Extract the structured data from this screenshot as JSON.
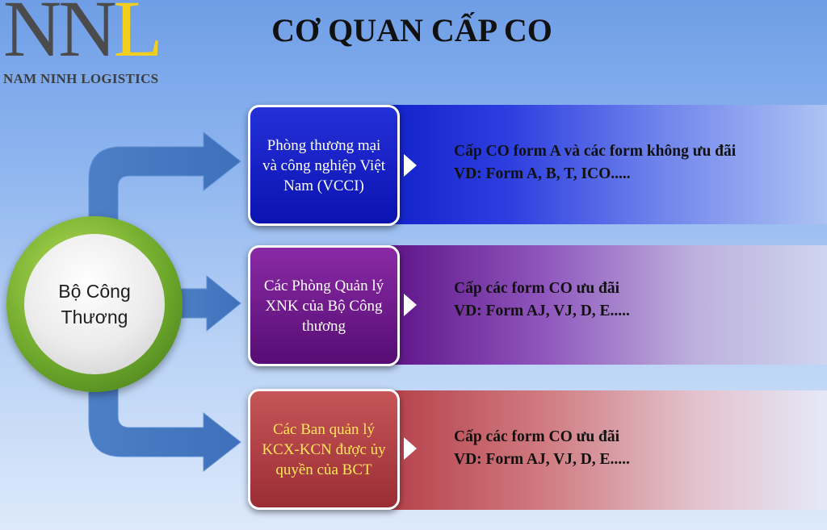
{
  "logo": {
    "mark_nn": "NN",
    "mark_l": "L",
    "company": "NAM NINH LOGISTICS"
  },
  "title": "CƠ QUAN CẤP CO",
  "center": {
    "label": "Bộ Công Thương",
    "ring_color": "#6aa52a"
  },
  "items": [
    {
      "box_label": "Phòng thương mại và công nghiệp Việt Nam (VCCI)",
      "desc_line1": "Cấp CO form A và các form không ưu đãi",
      "desc_line2": "VD: Form A, B, T, ICO.....",
      "color": "#0b12b0"
    },
    {
      "box_label": "Các Phòng Quản lý XNK của Bộ Công thương",
      "desc_line1": "Cấp các form CO ưu đãi",
      "desc_line2": "VD: Form AJ, VJ, D, E.....",
      "color": "#560d74"
    },
    {
      "box_label": "Các Ban quản lý KCX-KCN được ủy quyền của BCT",
      "desc_line1": "Cấp các form CO ưu đãi",
      "desc_line2": "VD: Form AJ, VJ, D, E.....",
      "color": "#9a2d34",
      "text_color": "#ffe65a"
    }
  ]
}
